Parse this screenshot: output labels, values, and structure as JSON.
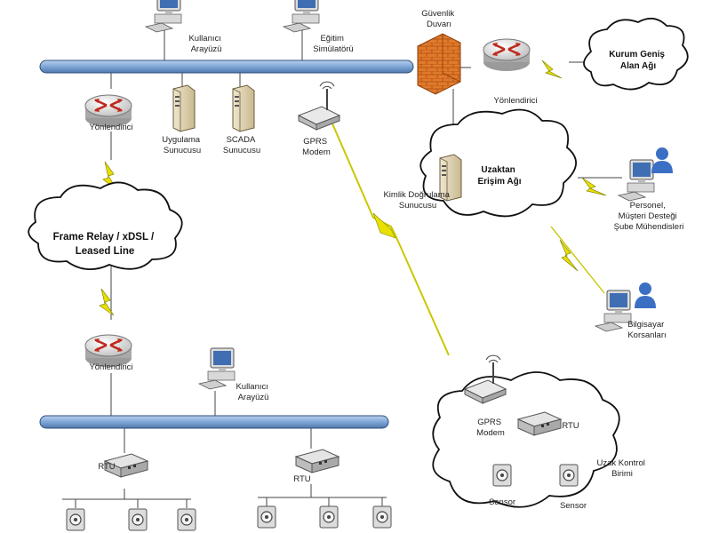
{
  "labels": {
    "user_interface_top": [
      "Kullanıcı",
      "Arayüzü"
    ],
    "training_simulator": [
      "Eğitim",
      "Simülatörü"
    ],
    "firewall": [
      "Güvenlik",
      "Duvarı"
    ],
    "router_top_right": "Yönlendirici",
    "wan_cloud": [
      "Kurum Geniş",
      "Alan Ağı"
    ],
    "router_left_top": "Yönlendirici",
    "application_server": [
      "Uygulama",
      "Sunucusu"
    ],
    "scada_server": [
      "SCADA",
      "Sunucusu"
    ],
    "gprs_modem_top": [
      "GPRS",
      "Modem"
    ],
    "remote_access_cloud": [
      "Uzaktan",
      "Erişim Ağı"
    ],
    "identity_server": [
      "Kimlik Doğrulama",
      "Sunucusu"
    ],
    "staff": [
      "Personel,",
      "Müşteri Desteği",
      "Şube Mühendisleri"
    ],
    "frame_relay_cloud": [
      "Frame Relay / xDSL /",
      "Leased Line"
    ],
    "hackers": [
      "Bilgisayar",
      "Korsanları"
    ],
    "router_left_bottom": "Yönlendirici",
    "user_interface_bottom": [
      "Kullanıcı",
      "Arayüzü"
    ],
    "gprs_modem_bottom": [
      "GPRS",
      "Modem"
    ],
    "rtu_remote": "RTU",
    "remote_control_unit": [
      "Uzak Kontrol",
      "Birimi"
    ],
    "sensor_1": "Sensor",
    "sensor_2": "Sensor",
    "rtu_bottom_left": "RTU",
    "rtu_bottom_mid": "RTU"
  },
  "colors": {
    "bus_fill": "#7ea6d6",
    "bus_stroke": "#2f4f7a",
    "firewall": "#e07a2a",
    "router_body": "#e8e8e8",
    "router_arrows": "#c0281d",
    "lightning": "#e8e000",
    "gprs_link": "#c8c800",
    "person": "#3b6fc4",
    "line": "#444444"
  }
}
